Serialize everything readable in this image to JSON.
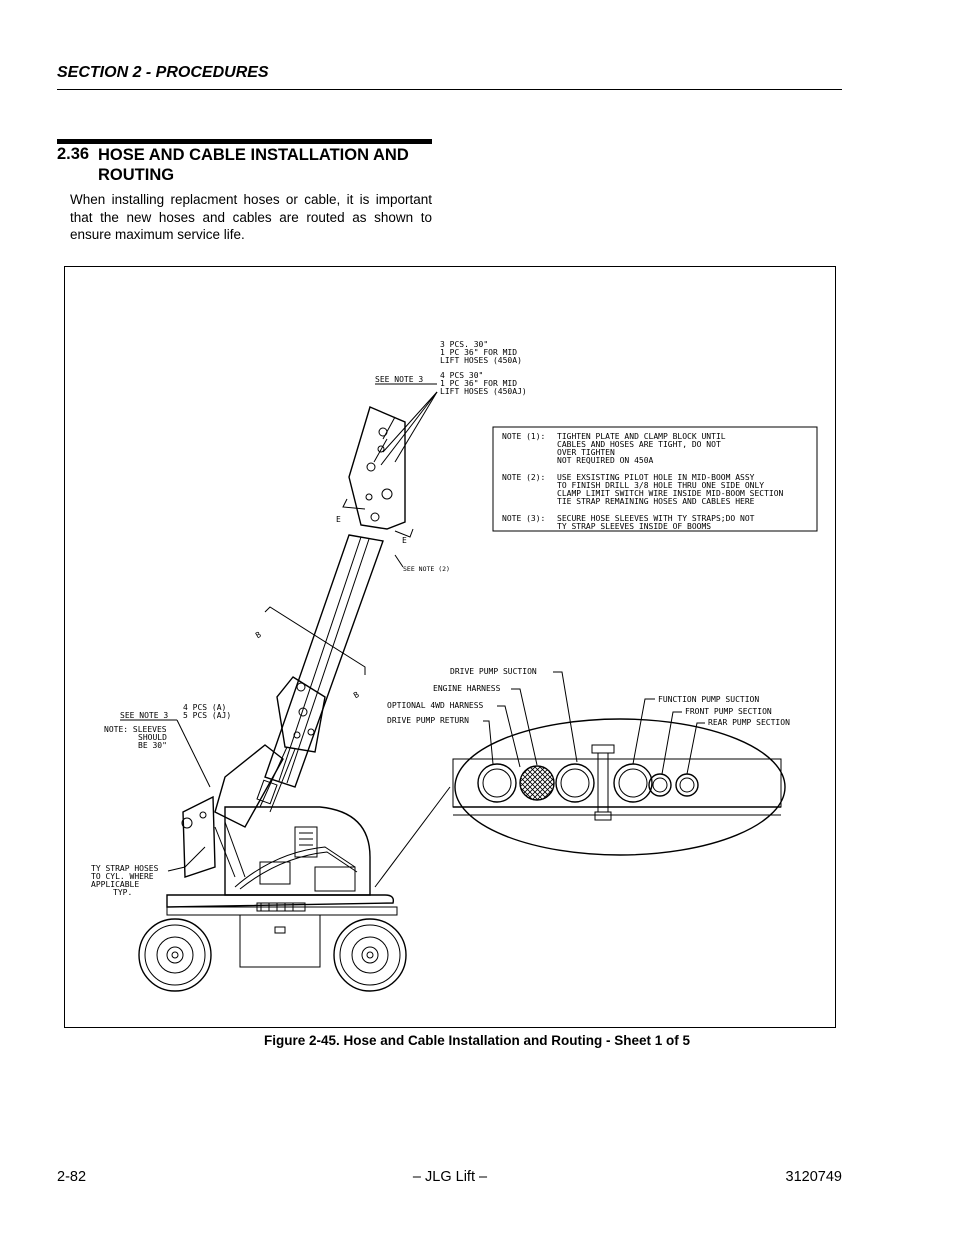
{
  "header": {
    "section": "SECTION 2 - PROCEDURES"
  },
  "section": {
    "number": "2.36",
    "title": "HOSE AND CABLE INSTALLATION AND ROUTING",
    "intro": "When installing replacment hoses or cable, it is important that the new hoses and cables are routed as shown to ensure maximum service life."
  },
  "figure": {
    "caption": "Figure 2-45.  Hose and Cable Installation and Routing - Sheet 1 of 5",
    "callouts": {
      "top_block": [
        "3 PCS. 30\"",
        "1 PC 36\" FOR MID",
        "LIFT HOSES (450A)"
      ],
      "top_note_ref": "SEE NOTE 3",
      "top_block_2": [
        "4 PCS 30\"",
        "1 PC 36\" FOR MID",
        "LIFT HOSES (450AJ)"
      ],
      "see_note_2": "SEE NOTE (2)",
      "section_letter": "E",
      "section_letter_b": "B",
      "mid_note_ref": "SEE NOTE 3",
      "mid_pcs": [
        "4 PCS (A)",
        "5 PCS (AJ)"
      ],
      "sleeves_note": [
        "NOTE: SLEEVES",
        "SHOULD",
        "BE 30\""
      ],
      "ty_strap_note": [
        "TY STRAP HOSES",
        "TO CYL. WHERE",
        "APPLICABLE",
        "TYP."
      ]
    },
    "notes": [
      [
        "NOTE (1):",
        "TIGHTEN PLATE AND CLAMP BLOCK UNTIL",
        "CABLES AND HOSES ARE TIGHT, DO NOT",
        "OVER TIGHTEN",
        "NOT REQUIRED ON 450A"
      ],
      [
        "NOTE (2):",
        "USE EXSISTING PILOT HOLE IN MID-BOOM ASSY",
        "TO FINISH DRILL 3/8 HOLE THRU ONE SIDE ONLY",
        "CLAMP LIMIT SWITCH WIRE INSIDE MID-BOOM SECTION",
        "TIE STRAP REMAINING HOSES AND CABLES HERE"
      ],
      [
        "NOTE (3):",
        "SECURE HOSE SLEEVES WITH TY STRAPS;DO NOT",
        "TY STRAP SLEEVES INSIDE OF BOOMS"
      ]
    ],
    "detail_labels": {
      "drive_pump_suction": "DRIVE PUMP SUCTION",
      "engine_harness": "ENGINE HARNESS",
      "optional_4wd": "OPTIONAL 4WD HARNESS",
      "drive_pump_return": "DRIVE PUMP RETURN",
      "function_pump_suction": "FUNCTION PUMP SUCTION",
      "front_pump_section": "FRONT PUMP SECTION",
      "rear_pump_section": "REAR PUMP SECTION"
    }
  },
  "footer": {
    "page": "2-82",
    "brand": "– JLG Lift –",
    "doc_number": "3120749"
  }
}
